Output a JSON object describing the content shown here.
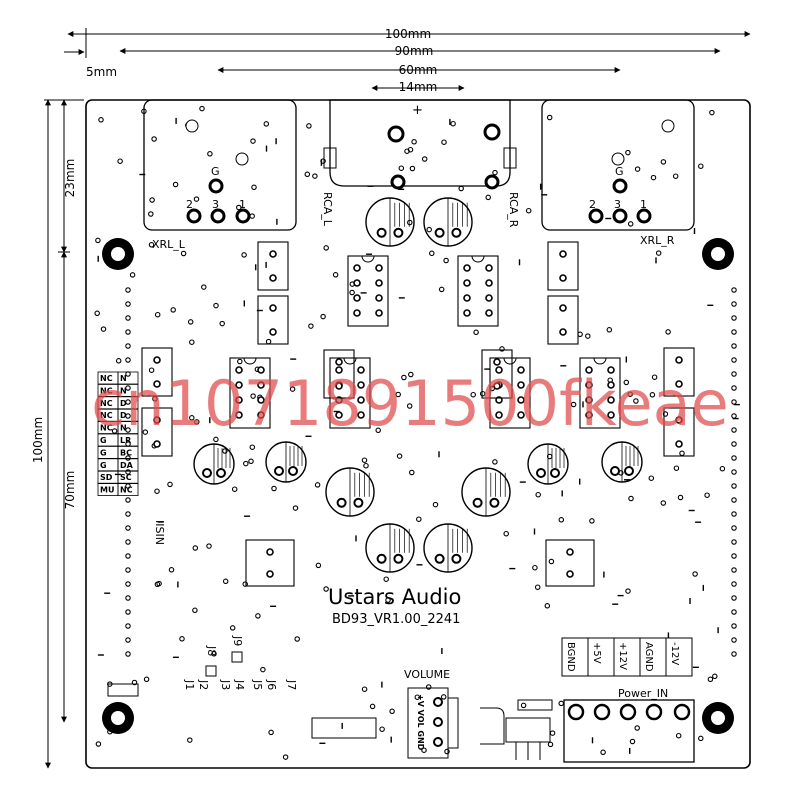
{
  "dimensions": {
    "w100": "100mm",
    "w90": "90mm",
    "w60": "60mm",
    "w14": "14mm",
    "w5": "5mm",
    "h100": "100mm",
    "h23": "23mm",
    "h70": "70mm"
  },
  "labels": {
    "xrl_l": "XRL_L",
    "xrl_r": "XRL_R",
    "rca_l": "RCA_L",
    "rca_r": "RCA_R",
    "plus": "+",
    "pin_g": "G",
    "pin_2": "2",
    "pin_3": "3",
    "pin_1": "1",
    "iis_in": "IISIN",
    "brand": "Ustars Audio",
    "version": "BD93_VR1.00_2241",
    "volume": "VOLUME",
    "volume_pins": "+V VOL GND",
    "power_in": "Power_IN",
    "j8": "J8",
    "j9": "J9",
    "jumpers": [
      "J1",
      "J2",
      "J3",
      "J4",
      "J5",
      "J6",
      "J7"
    ],
    "power_pins": [
      "BGND",
      "+5V",
      "+12V",
      "AGND",
      "-12V"
    ]
  },
  "pin_table": [
    [
      "NC",
      "N"
    ],
    [
      "NC",
      "N"
    ],
    [
      "NC",
      "D"
    ],
    [
      "NC",
      "D"
    ],
    [
      "NC",
      "N"
    ],
    [
      "G",
      "LR"
    ],
    [
      "G",
      "BC"
    ],
    [
      "G",
      "DA"
    ],
    [
      "SD",
      "SC"
    ],
    [
      "MU",
      "NC"
    ]
  ],
  "watermark": "cn1071891500fkeae"
}
